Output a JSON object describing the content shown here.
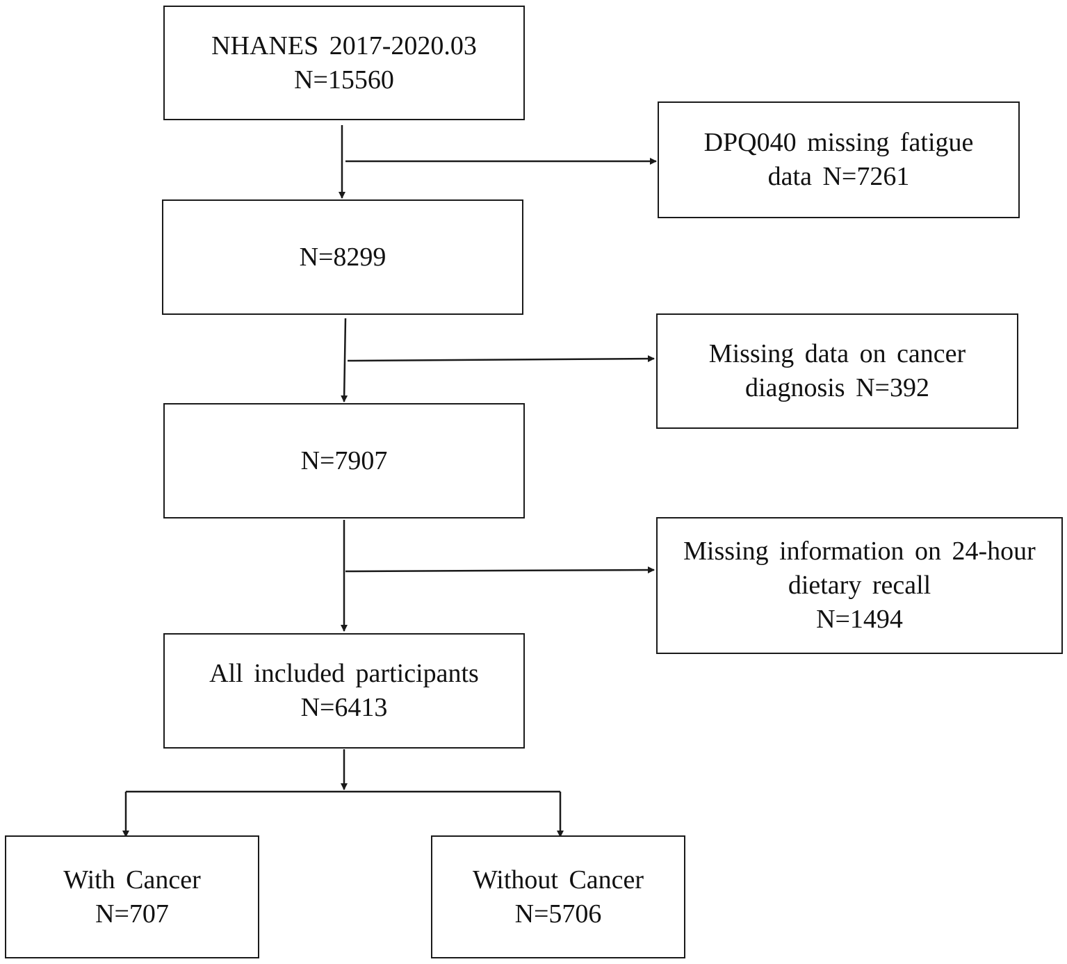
{
  "nodes": {
    "start": {
      "lines": [
        "NHANES 2017-2020.03",
        "N=15560"
      ]
    },
    "step1": {
      "lines": [
        "N=8299"
      ]
    },
    "step2": {
      "lines": [
        "N=7907"
      ]
    },
    "included": {
      "lines": [
        "All included participants",
        "N=6413"
      ]
    },
    "excl1": {
      "lines": [
        "DPQ040 missing fatigue",
        "data N=7261"
      ]
    },
    "excl2": {
      "lines": [
        "Missing data on cancer",
        "diagnosis N=392"
      ]
    },
    "excl3": {
      "lines": [
        "Missing information on 24-hour",
        "dietary recall",
        "N=1494"
      ]
    },
    "with_cancer": {
      "lines": [
        "With Cancer",
        "N=707"
      ]
    },
    "without_cancer": {
      "lines": [
        "Without Cancer",
        "N=5706"
      ]
    }
  },
  "colors": {
    "stroke": "#1a1a1a",
    "text": "#111111",
    "background": "#ffffff"
  }
}
